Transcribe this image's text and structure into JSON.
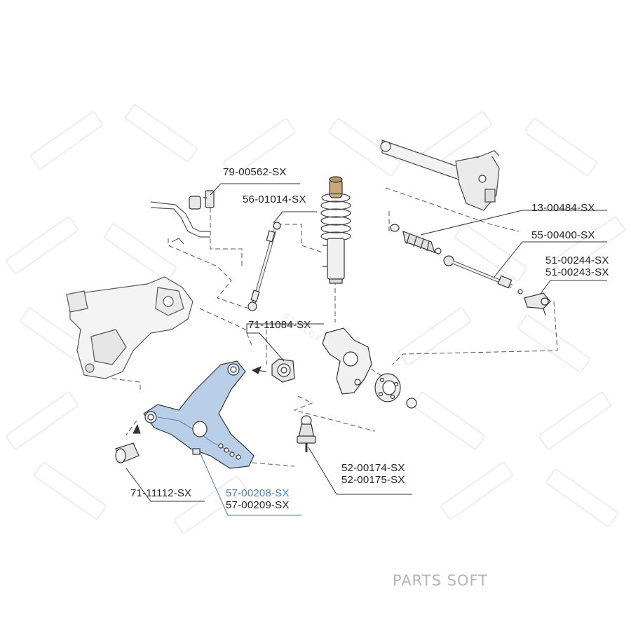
{
  "brand": "PARTS SOFT",
  "watermark": "STELLOX",
  "colors": {
    "highlight_part": "#b9cfe8",
    "highlight_label": "#4a7fb8",
    "line": "#444444",
    "leader": "#333333",
    "watermark": "#eeeeee"
  },
  "labels": {
    "stabilizer_bush": "79-00562-SX",
    "stabilizer_link": "56-01014-SX",
    "steering_boot": "13-00484-SX",
    "tie_rod": "55-00400-SX",
    "tie_rod_end_a": "51-00244-SX",
    "tie_rod_end_b": "51-00243-SX",
    "rear_bush": "71-11084-SX",
    "ball_joint_a": "52-00174-SX",
    "ball_joint_b": "52-00175-SX",
    "front_bush": "71-11112-SX",
    "control_arm_a": "57-00208-SX",
    "control_arm_b": "57-00209-SX"
  }
}
